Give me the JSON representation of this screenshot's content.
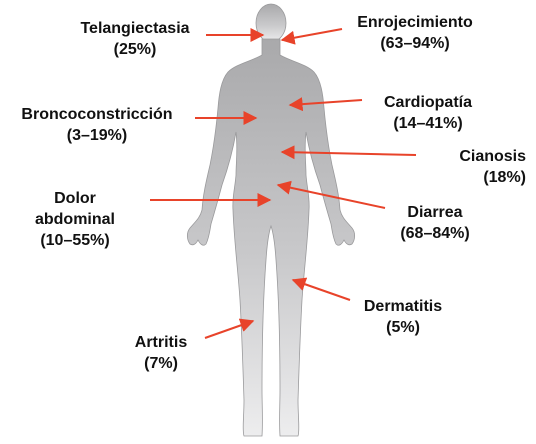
{
  "colors": {
    "arrow": "#e8432a",
    "body_top": "#a9a9ab",
    "body_bottom": "#ededee",
    "text": "#111111"
  },
  "labels": {
    "telangiectasia": {
      "name": "Telangiectasia",
      "value": "(25%)"
    },
    "enrojecimiento": {
      "name": "Enrojecimiento",
      "value": "(63–94%)"
    },
    "broncoconstriccion": {
      "name": "Broncoconstricción",
      "value": "(3–19%)"
    },
    "cardiopatia": {
      "name": "Cardiopatía",
      "value": "(14–41%)"
    },
    "cianosis": {
      "name": "Cianosis",
      "value": "(18%)"
    },
    "dolor": {
      "name_line1": "Dolor",
      "name_line2": "abdominal",
      "value": "(10–55%)"
    },
    "diarrea": {
      "name": "Diarrea",
      "value": "(68–84%)"
    },
    "dermatitis": {
      "name": "Dermatitis",
      "value": "(5%)"
    },
    "artritis": {
      "name": "Artritis",
      "value": "(7%)"
    }
  }
}
